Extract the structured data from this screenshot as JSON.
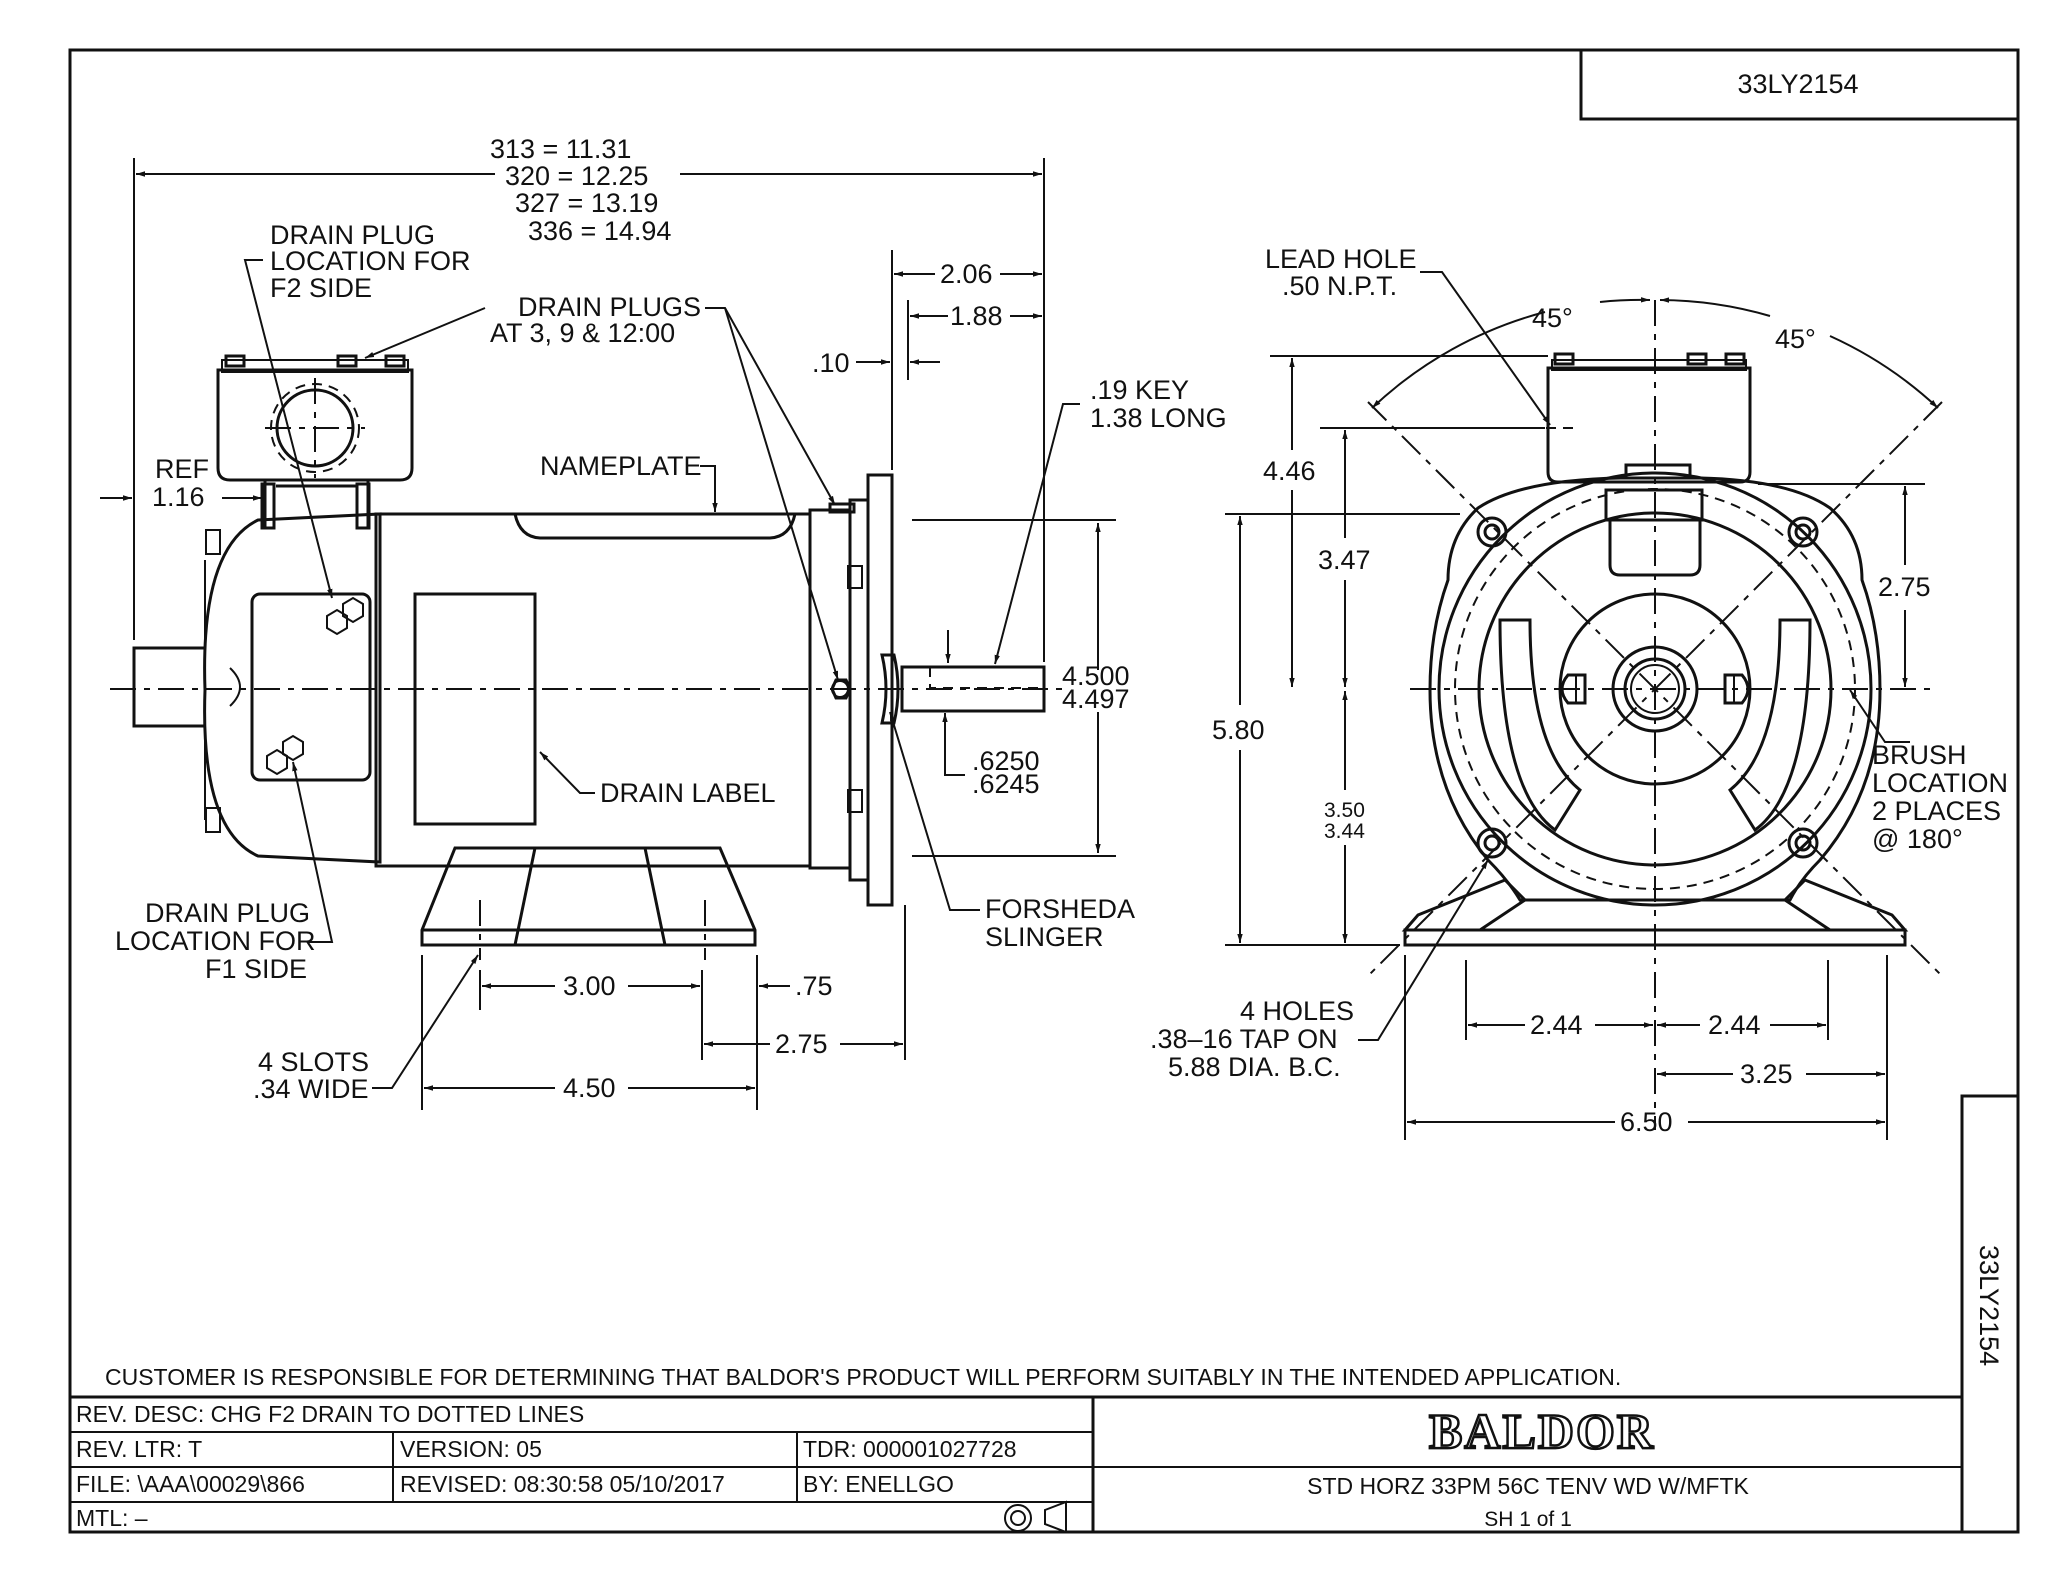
{
  "drawing_number": "33LY2154",
  "lengths": {
    "l1": "313 = 11.31",
    "l2": "320 = 12.25",
    "l3": "327 = 13.19",
    "l4": "336 = 14.94"
  },
  "side_view": {
    "drain_plug_f2": [
      "DRAIN PLUG",
      "LOCATION FOR",
      "F2 SIDE"
    ],
    "drain_plugs": [
      "DRAIN PLUGS",
      "AT 3, 9 & 12:00"
    ],
    "ref": [
      "REF",
      "1.16"
    ],
    "nameplate": "NAMEPLATE",
    "dim_2_06": "2.06",
    "dim_1_88": "1.88",
    "dim_10": ".10",
    "key": [
      ".19 KEY",
      "1.38 LONG"
    ],
    "shaft_dia": [
      "4.500",
      "4.497"
    ],
    "shaft_od": [
      ".6250",
      ".6245"
    ],
    "drain_label": "DRAIN LABEL",
    "drain_plug_f1": [
      "DRAIN PLUG",
      "LOCATION FOR",
      "F1 SIDE"
    ],
    "slinger": [
      "FORSHEDA",
      "SLINGER"
    ],
    "dim_3_00": "3.00",
    "dim_75": ".75",
    "dim_2_75": "2.75",
    "slots": [
      "4 SLOTS",
      ".34 WIDE"
    ],
    "dim_4_50": "4.50"
  },
  "end_view": {
    "lead_hole": [
      "LEAD HOLE",
      ".50 N.P.T."
    ],
    "angle_left": "45°",
    "angle_right": "45°",
    "dim_4_46": "4.46",
    "dim_3_47": "3.47",
    "dim_2_75": "2.75",
    "dim_5_80": "5.80",
    "dim_3_50": "3.50",
    "dim_3_44": "3.44",
    "brush": [
      "BRUSH",
      "LOCATION",
      "2 PLACES",
      "@ 180°"
    ],
    "holes": [
      "4 HOLES",
      ".38–16 TAP ON",
      "5.88 DIA. B.C."
    ],
    "dim_2_44_left": "2.44",
    "dim_2_44_right": "2.44",
    "dim_3_25": "3.25",
    "dim_6_50": "6.50"
  },
  "disclaimer": "CUSTOMER IS RESPONSIBLE FOR DETERMINING THAT BALDOR'S PRODUCT WILL PERFORM SUITABLY IN THE INTENDED APPLICATION.",
  "title_block": {
    "rev_desc": "REV. DESC:  CHG F2 DRAIN TO DOTTED LINES",
    "rev_ltr": "REV. LTR:  T",
    "version": "VERSION: 05",
    "tdr": "TDR: 000001027728",
    "file": "FILE: \\AAA\\00029\\866",
    "revised": "REVISED: 08:30:58 05/10/2017",
    "by": "BY: ENELLGO",
    "mtl": "MTL: –",
    "logo": "BALDOR",
    "description": "STD HORZ 33PM 56C TENV WD W/MFTK",
    "sheet": "SH 1 of 1"
  }
}
